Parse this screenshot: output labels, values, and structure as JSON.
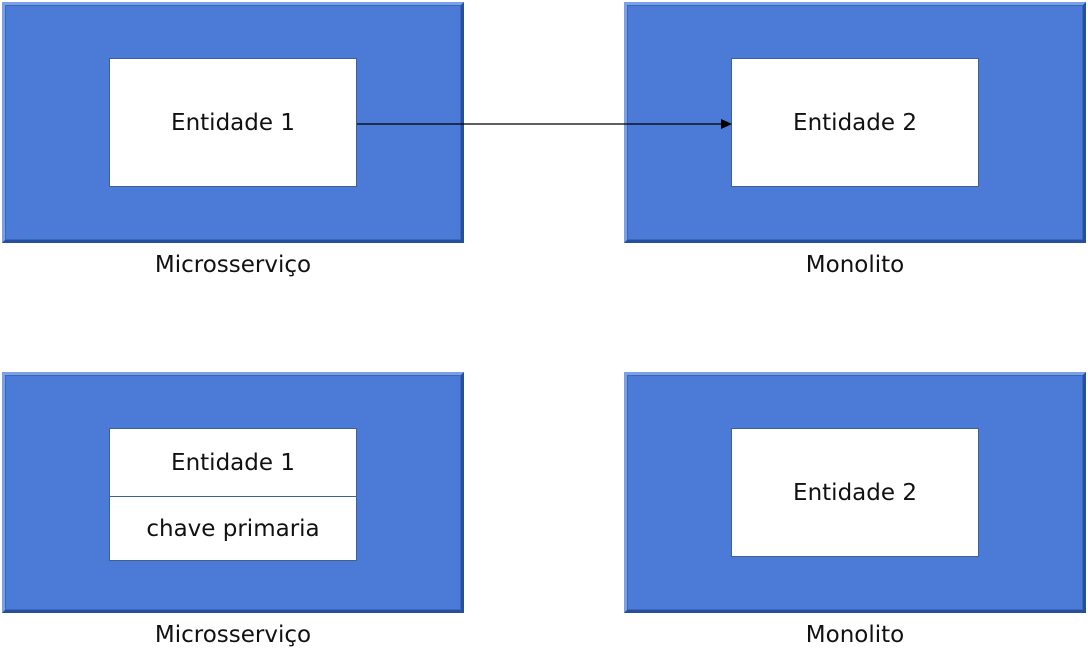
{
  "top_row": {
    "left": {
      "entity_label": "Entidade 1",
      "caption": "Microsserviço"
    },
    "right": {
      "entity_label": "Entidade 2",
      "caption": "Monolito"
    }
  },
  "bottom_row": {
    "left": {
      "entity_label": "Entidade 1",
      "field_label": "chave primaria",
      "caption": "Microsserviço"
    },
    "right": {
      "entity_label": "Entidade 2",
      "caption": "Monolito"
    }
  },
  "colors": {
    "block_fill": "#4b7bd6",
    "entity_fill": "#ffffff",
    "arrow": "#000000"
  }
}
